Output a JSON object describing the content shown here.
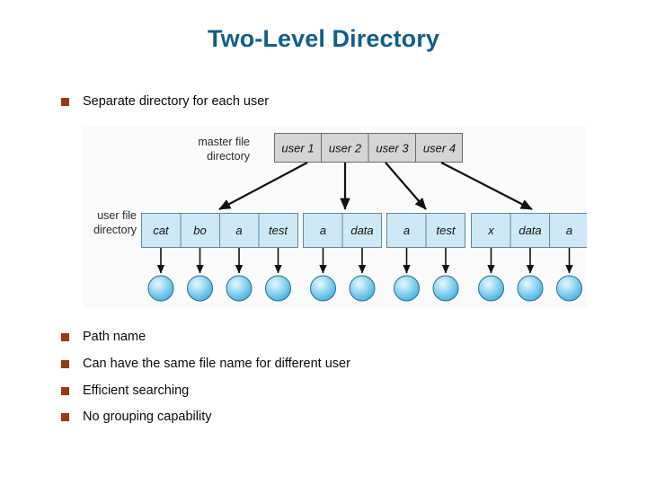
{
  "slide": {
    "title": "Two-Level Directory",
    "title_color": "#125f8a",
    "bullet_color": "#953b12"
  },
  "bullets": {
    "top": "Separate directory for each user",
    "list": [
      "Path name",
      "Can have the same file name for different user",
      "Efficient searching",
      "No grouping capability"
    ]
  },
  "diagram": {
    "master_label_line1": "master file",
    "master_label_line2": "directory",
    "user_label_line1": "user file",
    "user_label_line2": "directory",
    "master_cells": [
      "user 1",
      "user 2",
      "user 3",
      "user 4"
    ],
    "user_groups": [
      {
        "owner": "user 1",
        "files": [
          "cat",
          "bo",
          "a",
          "test"
        ]
      },
      {
        "owner": "user 2",
        "files": [
          "a",
          "data"
        ]
      },
      {
        "owner": "user 3",
        "files": [
          "a",
          "test"
        ]
      },
      {
        "owner": "user 4",
        "files": [
          "x",
          "data",
          "a"
        ]
      }
    ],
    "colors": {
      "master_cell_fill": "#d5d5d5",
      "user_cell_fill": "#cfe8f5",
      "node_fill": "#7ecdf0",
      "arrow": "#111111",
      "panel_bg": "#fafafa"
    }
  }
}
